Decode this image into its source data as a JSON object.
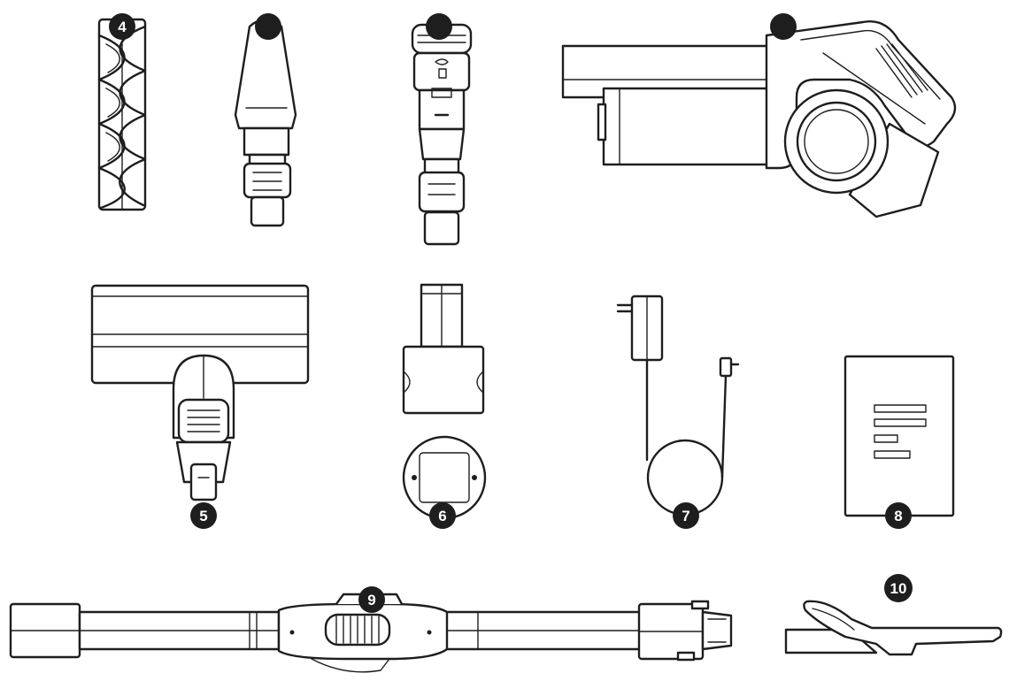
{
  "colors": {
    "line": "#1e1e1e",
    "badge": "#111111",
    "badge_text": "#ffffff",
    "background": "#ffffff"
  },
  "parts": [
    {
      "icon": "roller-brush-icon",
      "badge": "4"
    },
    {
      "icon": "crevice-tool-icon",
      "badge": ""
    },
    {
      "icon": "dusting-brush-icon",
      "badge": ""
    },
    {
      "icon": "handheld-vacuum-icon",
      "badge": ""
    },
    {
      "icon": "floor-head-icon",
      "badge": "5"
    },
    {
      "icon": "wall-mount-icon",
      "badge": "6"
    },
    {
      "icon": "charger-adapter-icon",
      "badge": "7"
    },
    {
      "icon": "user-manual-icon",
      "badge": "8"
    },
    {
      "icon": "extension-tube-icon",
      "badge": "9"
    },
    {
      "icon": "cleaning-tool-icon",
      "badge": "10"
    }
  ]
}
